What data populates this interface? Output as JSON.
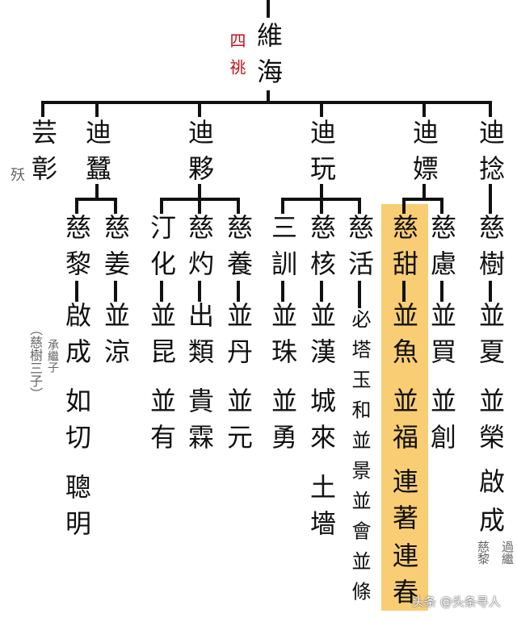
{
  "highlight_color": "#f8cd74",
  "line_color": "#111111",
  "root": {
    "name": "維海",
    "note": "四祧",
    "note_color": "#c0121a"
  },
  "gen2": [
    {
      "name": "芸彰",
      "note": "殀"
    },
    {
      "name": "迪蠶"
    },
    {
      "name": "迪夥"
    },
    {
      "name": "迪玩"
    },
    {
      "name": "迪嫖"
    },
    {
      "name": "迪捻"
    }
  ],
  "gen3": {
    "can": [
      {
        "name": "慈黎",
        "desc": [
          "啟成",
          "如切",
          "聰明"
        ],
        "note_adopt": "承繼子",
        "note_origin": "（慈樹三子）"
      },
      {
        "name": "慈姜",
        "desc": [
          "並涼"
        ]
      }
    ],
    "huo": [
      {
        "name": "汀化",
        "desc": [
          "並昆",
          "並有"
        ]
      },
      {
        "name": "慈灼",
        "desc": [
          "出類",
          "貴霖"
        ]
      },
      {
        "name": "慈養",
        "desc": [
          "並丹",
          "並元"
        ]
      }
    ],
    "wan": [
      {
        "name": "三訓",
        "desc": [
          "並珠",
          "並勇"
        ]
      },
      {
        "name": "慈核",
        "desc": [
          "並漢",
          "城來",
          "土墻"
        ]
      },
      {
        "name": "慈活",
        "desc": [
          "必塔玉和並景並會並條"
        ]
      }
    ],
    "piao": [
      {
        "name": "慈甜",
        "desc": [
          "並魚",
          "並福",
          "連著",
          "連春"
        ],
        "highlighted": true
      },
      {
        "name": "慈慮",
        "desc": [
          "並買",
          "並創"
        ]
      }
    ],
    "nian": [
      {
        "name": "慈樹",
        "desc": [
          "並夏",
          "並榮",
          "啟成"
        ],
        "note_adopt": "過繼",
        "note_to": "慈黎"
      }
    ]
  },
  "watermark": "头条 @头条寻人"
}
